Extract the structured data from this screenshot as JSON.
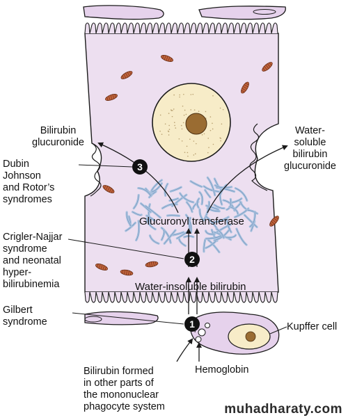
{
  "labels": {
    "bilirubin_glucuronide": [
      "Bilirubin",
      "glucuronide"
    ],
    "water_soluble": [
      "Water-",
      "soluble",
      "bilirubin",
      "glucuronide"
    ],
    "dubin_johnson": [
      "Dubin",
      "Johnson",
      "and Rotor’s",
      "syndromes"
    ],
    "glucuronyl_transferase": "Glucuronyl transferase",
    "crigler_najjar": [
      "Crigler-Najjar",
      "syndrome",
      "and neonatal",
      "hyper-",
      "bilirubinemia"
    ],
    "water_insoluble": "Water-insoluble bilirubin",
    "gilbert": [
      "Gilbert",
      "syndrome"
    ],
    "kupffer_cell": "Kupffer cell",
    "bilirubin_formed": [
      "Bilirubin formed",
      "in other parts of",
      "the mononuclear",
      "phagocyte system"
    ],
    "hemoglobin": "Hemoglobin"
  },
  "steps": [
    "1",
    "2",
    "3"
  ],
  "watermark": "muhadharaty.com",
  "colors": {
    "cell": "#eddff0",
    "cell_outline": "#1a1a1a",
    "nucleus": "#f7ecc8",
    "nucleolus": "#9a6c32",
    "mitochondria": "#c0633c",
    "er": "#a9c2df",
    "sinusoid_cell": "#e6d2ec"
  }
}
